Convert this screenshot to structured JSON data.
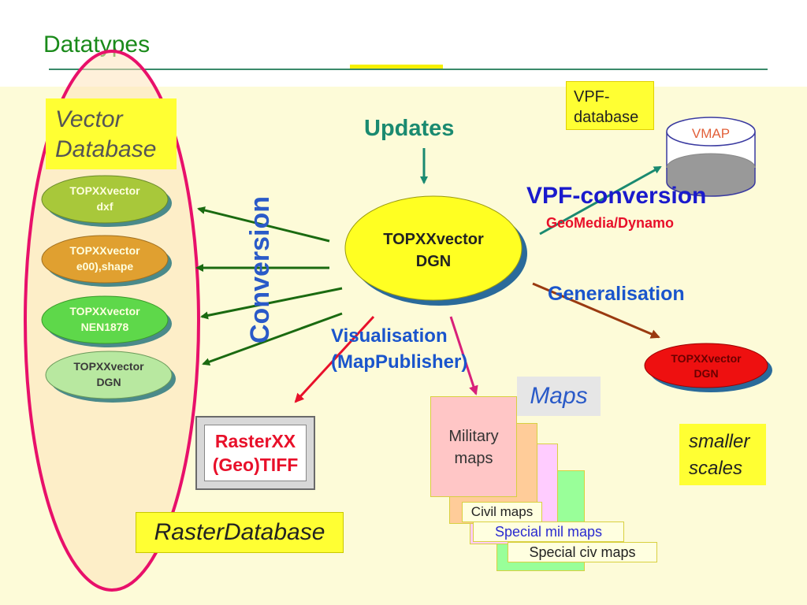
{
  "slide": {
    "title": "Datatypes"
  },
  "vector_database": {
    "label_line1": "Vector",
    "label_line2": "Database",
    "items": [
      {
        "line1": "TOPXXvector",
        "line2": "dxf",
        "color": "#a8c83a"
      },
      {
        "line1": "TOPXXvector",
        "line2": "e00),shape",
        "color": "#e0a030"
      },
      {
        "line1": "TOPXXvector",
        "line2": "NEN1878",
        "color": "#5ed84a"
      },
      {
        "line1": "TOPXXvector",
        "line2": "DGN",
        "color": "#b8e8a0"
      }
    ]
  },
  "center": {
    "line1": "TOPXXvector",
    "line2": "DGN"
  },
  "labels": {
    "updates": "Updates",
    "conversion": "Conversion",
    "vpf_conversion": "VPF-conversion",
    "geomedia": "GeoMedia/Dynamo",
    "generalisation": "Generalisation",
    "visualisation_line1": "Visualisation",
    "visualisation_line2": "(MapPublisher)",
    "vpf_database_line1": "VPF-",
    "vpf_database_line2": "database",
    "vmap": "VMAP",
    "smaller_line1": "smaller",
    "smaller_line2": "scales",
    "maps": "Maps",
    "raster_database": "RasterDatabase",
    "raster_line1": "RasterXX",
    "raster_line2": "(Geo)TIFF"
  },
  "generalised": {
    "line1": "TOPXXvector",
    "line2": "DGN",
    "color": "#ee1010"
  },
  "maps": {
    "military_line1": "Military",
    "military_line2": "maps",
    "civil": "Civil maps",
    "special_mil": "Special mil maps",
    "special_civ": "Special civ maps"
  },
  "colors": {
    "title_green": "#1a8a1a",
    "accent_yellow": "#ffff33",
    "background_cream": "#fdfbd8",
    "arrow_green": "#1a6a10",
    "arrow_red": "#e8102a",
    "arrow_magenta": "#d8207a",
    "arrow_brown": "#9a3a10",
    "arrow_teal": "#1a8a70",
    "ellipse_pink": "#e8106a"
  }
}
